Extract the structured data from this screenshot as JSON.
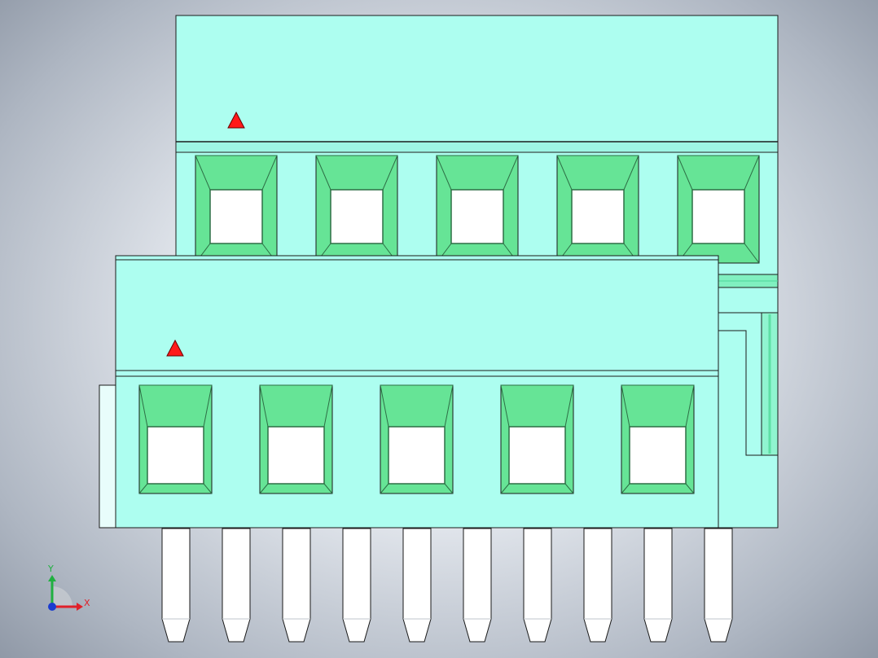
{
  "viewport": {
    "colors": {
      "body": "#adfef0",
      "body_dark": "#8de8d6",
      "cavity_wall": "#66e496",
      "cavity_edge": "#2d6e45",
      "opening": "#ffffff",
      "pin": "#ffffff",
      "marker": "#ff1a1a",
      "outline": "#1a1a1a"
    },
    "back_connector": {
      "positions": 5
    },
    "front_connector": {
      "positions": 5
    },
    "pins": {
      "count": 10
    }
  },
  "triad": {
    "x_label": "X",
    "y_label": "Y",
    "x_color": "#e0202a",
    "y_color": "#20b040",
    "z_color": "#1a3cd0"
  }
}
